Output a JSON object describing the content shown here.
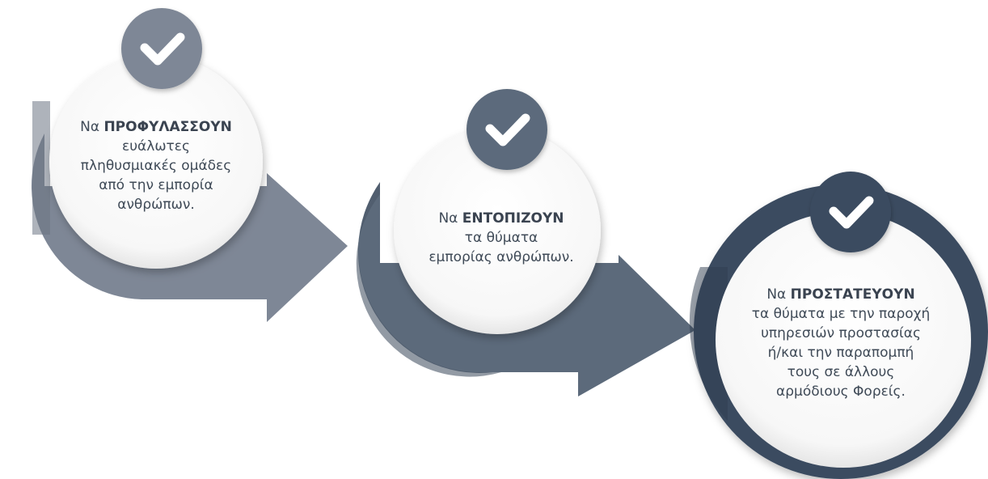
{
  "steps": [
    {
      "prefix": "Να",
      "verb": "ΠΡΟΦΥΛΑΣΣΟΥΝ",
      "lines": [
        "ευάλωτες",
        "πληθυσμιακές ομάδες",
        "από την εμπορία",
        "ανθρώπων."
      ],
      "color": "#7e8796"
    },
    {
      "prefix": "Να",
      "verb": "ΕΝΤΟΠΙΖΟΥΝ",
      "lines": [
        "τα θύματα",
        "εμπορίας ανθρώπων."
      ],
      "color": "#5c6a7b"
    },
    {
      "prefix": "Να",
      "verb": "ΠΡΟΣΤΑΤΕΥΟΥΝ",
      "lines": [
        "τα θύματα με την παροχή",
        "υπηρεσιών προστασίας",
        "ή/και την παραπομπή",
        "τους σε άλλους",
        "αρμόδιους Φορείς."
      ],
      "color": "#3b4b60"
    }
  ],
  "icons": [
    "check-icon",
    "check-icon",
    "check-icon"
  ]
}
